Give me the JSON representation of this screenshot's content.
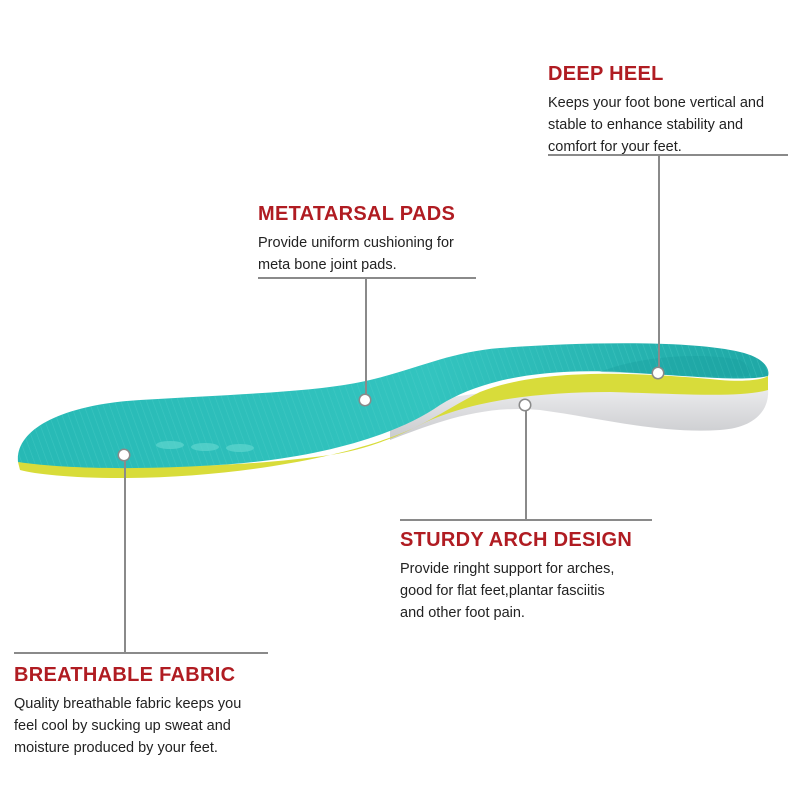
{
  "callouts": {
    "deep_heel": {
      "title": "DEEP HEEL",
      "lines": [
        "Keeps your foot bone vertical and",
        "stable to enhance stability and",
        "comfort for your feet."
      ]
    },
    "metatarsal_pads": {
      "title": "METATARSAL PADS",
      "lines": [
        "Provide uniform cushioning for",
        "meta bone joint pads."
      ]
    },
    "sturdy_arch": {
      "title": "STURDY ARCH DESIGN",
      "lines": [
        "Provide ringht support for arches,",
        "good for  flat feet,plantar fasciitis",
        "and other  foot pain."
      ]
    },
    "breathable_fabric": {
      "title": "BREATHABLE FABRIC",
      "lines": [
        "Quality breathable fabric keeps you",
        "feel cool by sucking up sweat and",
        "moisture produced by your feet."
      ]
    }
  },
  "colors": {
    "title_red": "#b01c22",
    "fabric_teal": "#2bbdb8",
    "edge_yellow": "#d8dc3a",
    "foam_gray": "#d9dadc",
    "leader_gray": "#8a8a8a"
  }
}
